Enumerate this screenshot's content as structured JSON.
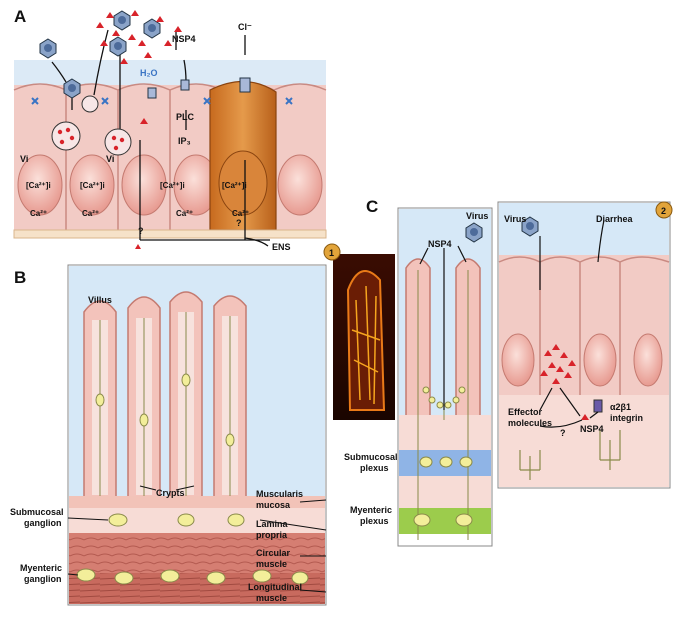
{
  "panels": {
    "a": "A",
    "b": "B",
    "c": "C"
  },
  "panel_a": {
    "nsp4": "NSP4",
    "h2o": "H₂O",
    "cl": "Cl⁻",
    "plc": "PLC",
    "ip3": "IP₃",
    "vi": "Vi",
    "cai": "[Ca²⁺]i",
    "ca": "Ca²⁺",
    "question": "?",
    "ens": "ENS"
  },
  "panel_b": {
    "villus": "Villus",
    "crypts": "Crypts",
    "submucosal_ganglion": [
      "Submucosal",
      "ganglion"
    ],
    "myenteric_ganglion": [
      "Myenteric",
      "ganglion"
    ],
    "muscularis_mucosa": [
      "Muscularis",
      "mucosa"
    ],
    "lamina_propria": [
      "Lamina",
      "propria"
    ],
    "circular_muscle": [
      "Circular",
      "muscle"
    ],
    "longitudinal_muscle": [
      "Longitudinal",
      "muscle"
    ]
  },
  "panel_c": {
    "badge1": "1",
    "badge2": "2",
    "nsp4": "NSP4",
    "virus": "Virus",
    "submucosal_plexus": [
      "Submucosal",
      "plexus"
    ],
    "myenteric_plexus": [
      "Myenteric",
      "plexus"
    ],
    "diarrhea": "Diarrhea",
    "effector_molecules": [
      "Effector",
      "molecules"
    ],
    "integrin": [
      "α2β1",
      "integrin"
    ],
    "question": "?"
  },
  "colors": {
    "lumen": "#d6e8f7",
    "epithelium": "#f4c6bf",
    "mucosa": "#f7d9d4",
    "muscle": "#d9786e",
    "submucosal_band": "#8fb4e6",
    "myenteric_band": "#9ccc4c",
    "neuron": "#f3ee9a",
    "virus": "#8aa3c8",
    "nsp4": "#d8232a"
  }
}
